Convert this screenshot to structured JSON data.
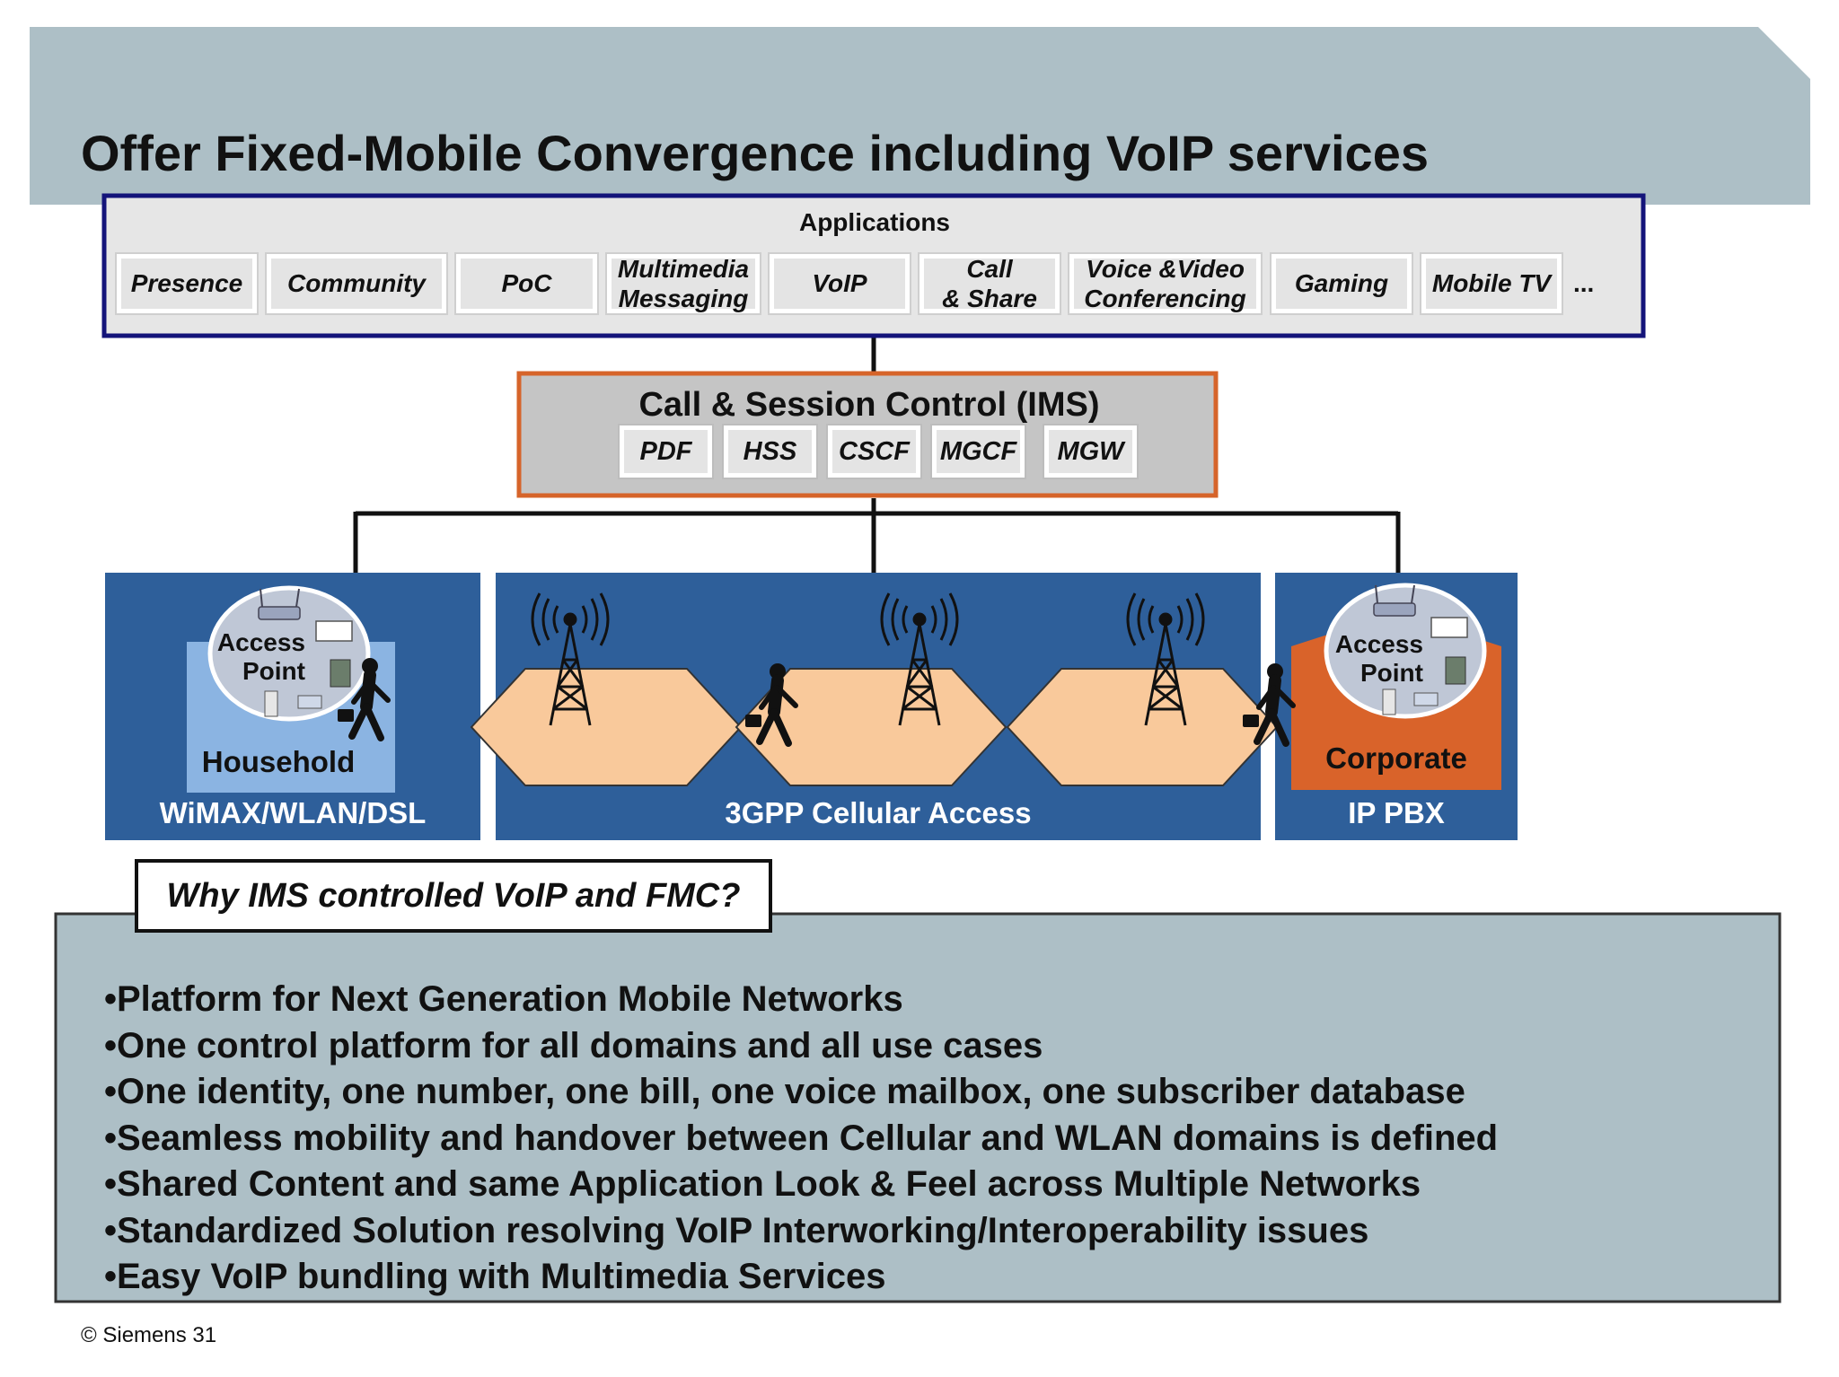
{
  "title": "Offer Fixed-Mobile Convergence including VoIP services",
  "applications": {
    "label": "Applications",
    "items": [
      "Presence",
      "Community",
      "PoC",
      "Multimedia\nMessaging",
      "VoIP",
      "Call\n& Share",
      "Voice &Video\nConferencing",
      "Gaming",
      "Mobile TV"
    ],
    "more": "..."
  },
  "ims": {
    "title": "Call & Session Control (IMS)",
    "components": [
      "PDF",
      "HSS",
      "CSCF",
      "MGCF",
      "MGW"
    ]
  },
  "access": {
    "household": {
      "bubble": "Access\nPoint",
      "name": "Household",
      "network": "WiMAX/WLAN/DSL"
    },
    "cellular": {
      "network": "3GPP Cellular Access"
    },
    "corporate": {
      "bubble": "Access\nPoint",
      "name": "Corporate",
      "network": "IP PBX"
    }
  },
  "question": "Why IMS controlled VoIP and FMC?",
  "bullets": [
    "•Platform for Next Generation Mobile Networks",
    "•One control platform for all domains and all use cases",
    "•One identity, one number, one bill, one voice mailbox, one subscriber database",
    "•Seamless mobility and handover between Cellular and WLAN domains is defined",
    "•Shared Content and same Application Look & Feel across Multiple Networks",
    "•Standardized Solution resolving VoIP Interworking/Interoperability issues",
    "•Easy VoIP bundling with Multimedia Services"
  ],
  "footer": "© Siemens 31",
  "colors": {
    "header_band": "#adbfc6",
    "apps_border": "#14147a",
    "ims_border": "#d6642a",
    "access_blue": "#2e5f9a",
    "household_light": "#8bb4e2",
    "corporate_orange": "#d9632a",
    "cell_orange": "#f9c99b",
    "bottom_panel": "#adbfc6"
  },
  "icons": [
    "antenna-tower-icon",
    "wireless-router-icon",
    "walking-person-icon"
  ]
}
